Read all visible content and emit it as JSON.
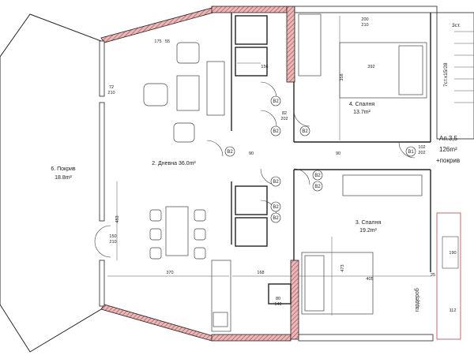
{
  "rooms": {
    "terrace": {
      "name": "6. Покрив",
      "area": "18.8m²"
    },
    "living": {
      "name": "2. Дневна 36.0m²"
    },
    "bedroom4": {
      "name": "4. Спалня",
      "area": "13.7m²"
    },
    "bedroom3": {
      "name": "3. Спалня",
      "area": "19.2m²"
    },
    "wardrobe": {
      "name": "гардероб"
    }
  },
  "apartment": {
    "label": "Ап.3,5",
    "area": "126m²",
    "extra": "+покрив"
  },
  "stairs": {
    "label": "7ст.x15/28",
    "label_top": "3ст."
  },
  "door_tags": {
    "b1": "B1",
    "b2": "B2"
  },
  "dimensions": {
    "d72_210": [
      "72",
      "210"
    ],
    "d150_210": [
      "150",
      "210"
    ],
    "d483": "483",
    "d370": "370",
    "d168": "168",
    "d405": "405",
    "d473": "473",
    "d392": "392",
    "d358": "358",
    "d156": "156",
    "d90a": "90",
    "d90b": "90",
    "d82_202": [
      "82",
      "202"
    ],
    "d102_202": [
      "102",
      "202"
    ],
    "d200_210": [
      "200",
      "210"
    ],
    "d80_140": [
      "80",
      "140"
    ],
    "d190": "190",
    "d25": "25",
    "d112": "112",
    "d175_55": [
      "175",
      "55"
    ]
  }
}
